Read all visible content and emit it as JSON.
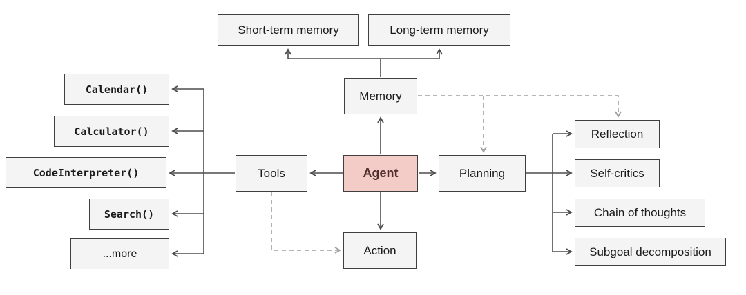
{
  "diagram": {
    "title": "LLM Agent overview diagram",
    "colors": {
      "box_bg": "#f4f4f4",
      "box_border": "#3f3f3f",
      "agent_bg": "#f3cbc7",
      "agent_text": "#50302c",
      "solid_line": "#4d4d4d",
      "dashed_line": "#9e9e9e"
    },
    "nodes": {
      "agent": {
        "label": "Agent"
      },
      "memory": {
        "label": "Memory"
      },
      "tools": {
        "label": "Tools"
      },
      "action": {
        "label": "Action"
      },
      "planning": {
        "label": "Planning"
      },
      "short_term_memory": {
        "label": "Short-term memory"
      },
      "long_term_memory": {
        "label": "Long-term memory"
      },
      "tool_items": [
        {
          "label": "Calendar()"
        },
        {
          "label": "Calculator()"
        },
        {
          "label": "CodeInterpreter()"
        },
        {
          "label": "Search()"
        },
        {
          "label": "...more"
        }
      ],
      "planning_items": [
        {
          "label": "Reflection"
        },
        {
          "label": "Self-critics"
        },
        {
          "label": "Chain of thoughts"
        },
        {
          "label": "Subgoal decomposition"
        }
      ]
    },
    "edges": [
      {
        "from": "agent",
        "to": "memory",
        "style": "solid-arrow"
      },
      {
        "from": "agent",
        "to": "tools",
        "style": "solid-arrow"
      },
      {
        "from": "agent",
        "to": "action",
        "style": "solid-arrow"
      },
      {
        "from": "agent",
        "to": "planning",
        "style": "solid-arrow"
      },
      {
        "from": "memory",
        "to": "short_term_memory",
        "style": "solid-arrow"
      },
      {
        "from": "memory",
        "to": "long_term_memory",
        "style": "solid-arrow"
      },
      {
        "from": "tools",
        "to": "Calendar()",
        "style": "solid-arrow"
      },
      {
        "from": "tools",
        "to": "Calculator()",
        "style": "solid-arrow"
      },
      {
        "from": "tools",
        "to": "CodeInterpreter()",
        "style": "solid-arrow"
      },
      {
        "from": "tools",
        "to": "Search()",
        "style": "solid-arrow"
      },
      {
        "from": "tools",
        "to": "...more",
        "style": "solid-arrow"
      },
      {
        "from": "planning",
        "to": "Reflection",
        "style": "solid-arrow"
      },
      {
        "from": "planning",
        "to": "Self-critics",
        "style": "solid-arrow"
      },
      {
        "from": "planning",
        "to": "Chain of thoughts",
        "style": "solid-arrow"
      },
      {
        "from": "planning",
        "to": "Subgoal decomposition",
        "style": "solid-arrow"
      },
      {
        "from": "memory",
        "to": "planning",
        "style": "dashed-arrow"
      },
      {
        "from": "memory",
        "to": "Reflection",
        "style": "dashed-arrow"
      },
      {
        "from": "tools",
        "to": "action",
        "style": "dashed-arrow"
      }
    ]
  }
}
